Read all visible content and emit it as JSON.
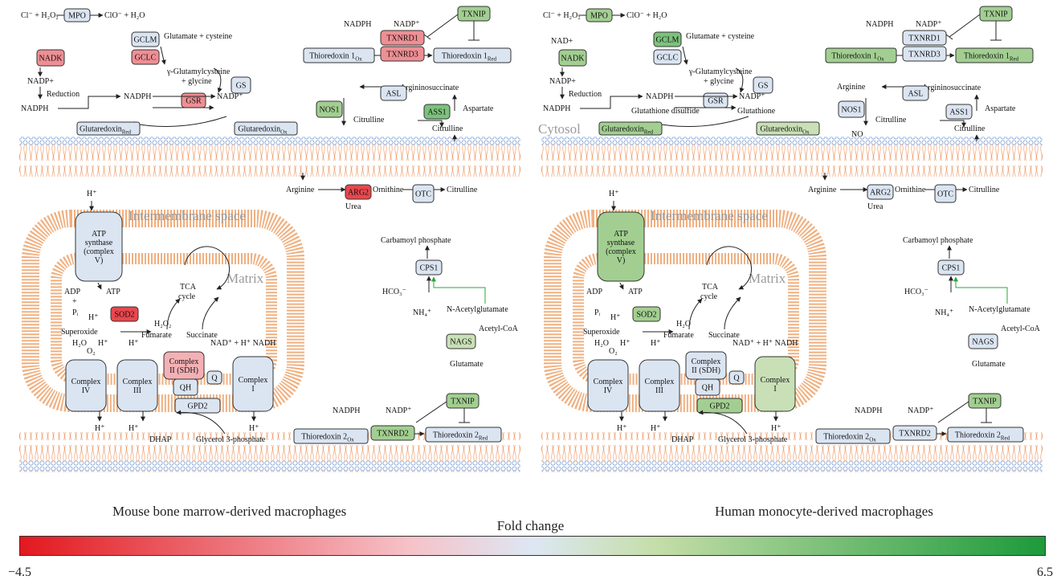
{
  "colors": {
    "down_strong": "#e8474d",
    "down_mid": "#ee8f94",
    "down_light": "#f4b1b5",
    "neutral": "#dbe5f2",
    "up_light": "#c9e0b6",
    "up_mid": "#a2cf91",
    "up_strong": "#7cc27c",
    "activation_arrow": "#27a83a"
  },
  "legend": {
    "title": "Fold change",
    "min": "−4.5",
    "max": "6.5"
  },
  "panels": [
    {
      "caption": "Mouse bone marrow-derived macrophages",
      "region_labels": {
        "cytosol": "",
        "intermembrane": "Intermembrane space",
        "matrix": "Matrix"
      },
      "proteins": {
        "MPO": "MPO",
        "GCLM": "GCLM",
        "GCLC": "GCLC",
        "NADK": "NADK",
        "GSR": "GSR",
        "GS": "GS",
        "TXNRD1": "TXNRD1",
        "TXNRD3": "TXNRD3",
        "TXNIP": "TXNIP",
        "ASL": "ASL",
        "NOS1": "NOS1",
        "ASS1": "ASS1",
        "ARG2": "ARG2",
        "OTC": "OTC",
        "CPS1": "CPS1",
        "NAGS": "NAGS",
        "SOD2": "SOD2",
        "GPD2": "GPD2",
        "TXNRD2": "TXNRD2",
        "TXNIP2": "TXNIP",
        "Q": "Q",
        "QH2": "QH",
        "ATP": "ATP\nsynthase\n(complex\nV)",
        "CIV": "Complex\nIV",
        "CIII": "Complex\nIII",
        "CII": "Complex\nII (SDH)",
        "CI": "Complex\nI"
      },
      "fills": {
        "MPO": "#dbe5f2",
        "GCLM": "#dbe5f2",
        "GCLC": "#ee8f94",
        "NADK": "#ee8f94",
        "GSR": "#ee8f94",
        "GS": "#dbe5f2",
        "TXNRD1": "#ee8f94",
        "TXNRD3": "#ee8f94",
        "TXNIP": "#a2cf91",
        "ASL": "#dbe5f2",
        "NOS1": "#a2cf91",
        "ASS1": "#7cc27c",
        "ARG2": "#e8474d",
        "OTC": "#dbe5f2",
        "CPS1": "#dbe5f2",
        "NAGS": "#c9e0b6",
        "SOD2": "#e8474d",
        "GPD2": "#dbe5f2",
        "TXNRD2": "#a2cf91",
        "TXNIP2": "#a2cf91",
        "Q": "#dbe5f2",
        "QH2": "#dbe5f2",
        "ATP": "#dbe5f2",
        "CIV": "#dbe5f2",
        "CIII": "#dbe5f2",
        "CII": "#f4b1b5",
        "CI": "#dbe5f2",
        "Trx1ox": "#dbe5f2",
        "Trx1red": "#dbe5f2",
        "GrxRed": "#dbe5f2",
        "GrxOx": "#dbe5f2",
        "Trx2ox": "#dbe5f2",
        "Trx2red": "#dbe5f2"
      },
      "metabolites": {
        "top_eq_left": "Cl⁻ + H₂O₂",
        "top_eq_right": "ClO⁻ + H₂O",
        "nad_plus": "",
        "glu_cys": "Glutamate + cysteine",
        "gglu1": "γ-Glutamylcysteine",
        "gglu2": "+ glycine",
        "nadp_plus": "NADP+",
        "reduction": "Reduction",
        "nadph_a": "NADPH",
        "nadph_b": "NADPH",
        "nadp_b": "NADP⁺",
        "gsh_disulfide": "",
        "glutathione": "",
        "grx_red": "Glutaredoxin",
        "grx_ox": "Glutaredoxin",
        "red": "Red",
        "ox": "Ox",
        "trx1_ox": "Thioredoxin 1",
        "trx1_red": "Thioredoxin 1",
        "nadph_c": "NADPH",
        "nadp_c": "NADP⁺",
        "argininosuccinate": "Argininosuccinate",
        "aspartate": "Aspartate",
        "arginine_top": "",
        "citrulline_a": "Citrulline",
        "citrulline_b": "Citrulline",
        "no": "",
        "arginine": "Arginine",
        "ornithine": "Ornithine",
        "citrulline_c": "Citrulline",
        "urea": "Urea",
        "carbamoyl": "Carbamoyl phosphate",
        "hco3": "HCO₃⁻",
        "nh4": "NH₄⁺",
        "nacetyl": "N-Acetylglutamate",
        "acetylcoa": "Acetyl-CoA",
        "glutamate": "Glutamate",
        "hplus": "H⁺",
        "adp": "ADP",
        "plus": "+",
        "pi": "Pᵢ",
        "atp": "ATP",
        "tca": "TCA",
        "cycle": "cycle",
        "superoxide": "Superoxide",
        "h2o2": "H₂O₂",
        "fumarate": "Fumarate",
        "succinate": "Succinate",
        "h2o": "H₂O",
        "o2": "O₂",
        "nad_h": "NAD⁺ + H⁺ NADH",
        "dhap": "DHAP",
        "glycerol": "Glycerol 3-phosphate",
        "trx2_ox": "Thioredoxin 2",
        "trx2_red": "Thioredoxin 2",
        "nadph_d": "NADPH",
        "nadp_d": "NADP⁺"
      }
    },
    {
      "caption": "Human monocyte-derived macrophages",
      "region_labels": {
        "cytosol": "Cytosol",
        "intermembrane": "Intermembrane space",
        "matrix": "Matrix"
      },
      "proteins": {
        "MPO": "MPO",
        "GCLM": "GCLM",
        "GCLC": "GCLC",
        "NADK": "NADK",
        "GSR": "GSR",
        "GS": "GS",
        "TXNRD1": "TXNRD1",
        "TXNRD3": "TXNRD3",
        "TXNIP": "TXNIP",
        "ASL": "ASL",
        "NOS1": "NOS1",
        "ASS1": "ASS1",
        "ARG2": "ARG2",
        "OTC": "OTC",
        "CPS1": "CPS1",
        "NAGS": "NAGS",
        "SOD2": "SOD2",
        "GPD2": "GPD2",
        "TXNRD2": "TXNRD2",
        "TXNIP2": "TXNIP",
        "Q": "Q",
        "QH2": "QH",
        "ATP": "ATP\nsynthase\n(complex\nV)",
        "CIV": "Complex\nIV",
        "CIII": "Complex\nIII",
        "CII": "Complex\nII (SDH)",
        "CI": "Complex\nI"
      },
      "fills": {
        "MPO": "#a2cf91",
        "GCLM": "#7cc27c",
        "GCLC": "#dbe5f2",
        "NADK": "#a2cf91",
        "GSR": "#dbe5f2",
        "GS": "#dbe5f2",
        "TXNRD1": "#dbe5f2",
        "TXNRD3": "#dbe5f2",
        "TXNIP": "#a2cf91",
        "ASL": "#dbe5f2",
        "NOS1": "#dbe5f2",
        "ASS1": "#dbe5f2",
        "ARG2": "#dbe5f2",
        "OTC": "#dbe5f2",
        "CPS1": "#dbe5f2",
        "NAGS": "#dbe5f2",
        "SOD2": "#a2cf91",
        "GPD2": "#a2cf91",
        "TXNRD2": "#dbe5f2",
        "TXNIP2": "#a2cf91",
        "Q": "#dbe5f2",
        "QH2": "#dbe5f2",
        "ATP": "#a2cf91",
        "CIV": "#dbe5f2",
        "CIII": "#dbe5f2",
        "CII": "#dbe5f2",
        "CI": "#c9e0b6",
        "Trx1ox": "#a2cf91",
        "Trx1red": "#a2cf91",
        "GrxRed": "#a2cf91",
        "GrxOx": "#c9e0b6",
        "Trx2ox": "#dbe5f2",
        "Trx2red": "#dbe5f2"
      },
      "metabolites": {
        "top_eq_left": "Cl⁻ + H₂O₂",
        "top_eq_right": "ClO⁻ + H₂O",
        "nad_plus": "NAD+",
        "glu_cys": "Glutamate + cysteine",
        "gglu1": "γ-Glutamylcysteine",
        "gglu2": "+ glycine",
        "nadp_plus": "NADP+",
        "reduction": "Reduction",
        "nadph_a": "NADPH",
        "nadph_b": "NADPH",
        "nadp_b": "NADP⁺",
        "gsh_disulfide": "Glutathione disulfide",
        "glutathione": "Glutathione",
        "grx_red": "Glutaredoxin",
        "grx_ox": "Glutaredoxin",
        "red": "Red",
        "ox": "Ox",
        "trx1_ox": "Thioredoxin 1",
        "trx1_red": "Thioredoxin 1",
        "nadph_c": "NADPH",
        "nadp_c": "NADP⁺",
        "argininosuccinate": "Argininosuccinate",
        "aspartate": "Aspartate",
        "arginine_top": "Arginine",
        "citrulline_a": "Citrulline",
        "citrulline_b": "Citrulline",
        "no": "NO",
        "arginine": "Arginine",
        "ornithine": "Ornithine",
        "citrulline_c": "Citrulline",
        "urea": "Urea",
        "carbamoyl": "Carbamoyl phosphate",
        "hco3": "HCO₃⁻",
        "nh4": "NH₄⁺",
        "nacetyl": "N-Acetylglutamate",
        "acetylcoa": "Acetyl-CoA",
        "glutamate": "Glutamate",
        "hplus": "H⁺",
        "adp": "ADP",
        "plus": "",
        "pi": "Pᵢ",
        "atp": "ATP",
        "tca": "TCA",
        "cycle": "cycle",
        "superoxide": "Superoxide",
        "h2o2": "H₂O",
        "fumarate": "Fumarate",
        "succinate": "Succinate",
        "h2o": "H₂O",
        "o2": "O₂",
        "nad_h": "NAD⁺ + H⁺ NADH",
        "dhap": "DHAP",
        "glycerol": "Glycerol 3-phosphate",
        "trx2_ox": "Thioredoxin 2",
        "trx2_red": "Thioredoxin 2",
        "nadph_d": "NADPH",
        "nadp_d": "NADP⁺"
      }
    }
  ]
}
